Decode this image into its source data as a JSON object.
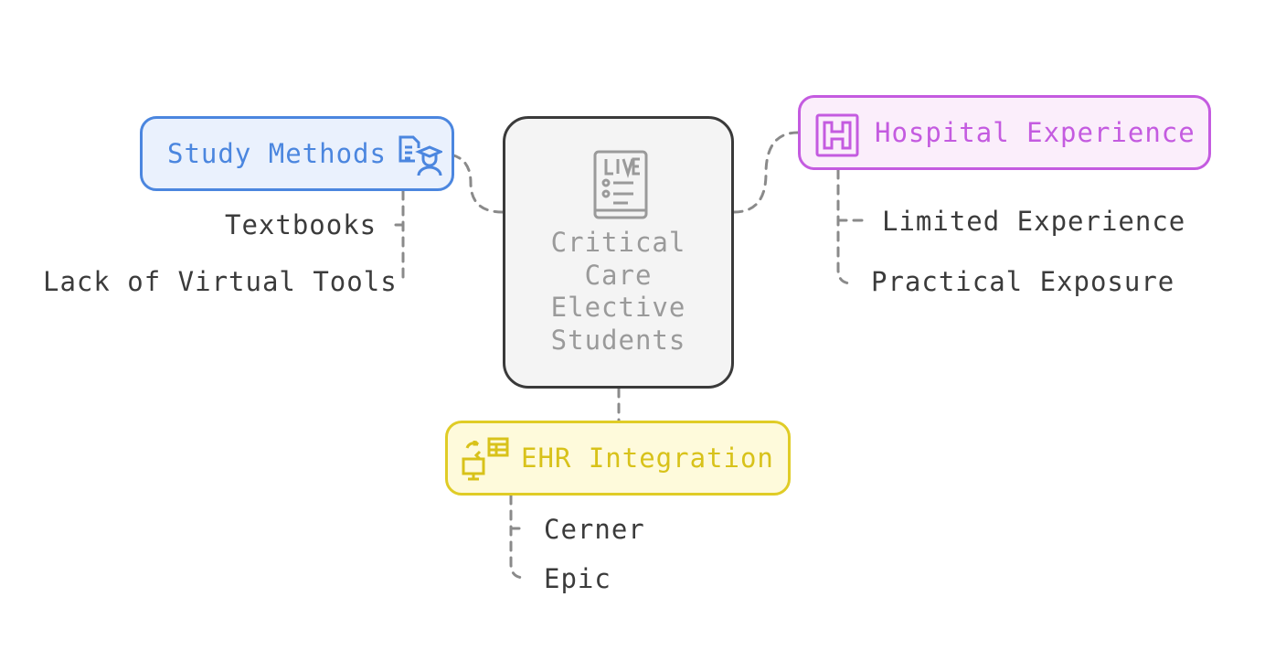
{
  "center": {
    "lines": [
      "Critical",
      "Care",
      "Elective",
      "Students"
    ],
    "icon": "live-document-icon"
  },
  "branches": {
    "study_methods": {
      "label": "Study Methods",
      "icon": "document-student-icon",
      "color": "#4b86df",
      "items": [
        "Textbooks",
        "Lack of Virtual Tools"
      ]
    },
    "hospital_experience": {
      "label": "Hospital Experience",
      "icon": "hospital-icon",
      "color": "#c45be0",
      "items": [
        "Limited Experience",
        "Practical Exposure"
      ]
    },
    "ehr_integration": {
      "label": "EHR Integration",
      "icon": "computer-sync-table-icon",
      "color": "#d8c21a",
      "items": [
        "Cerner",
        "Epic"
      ]
    }
  }
}
